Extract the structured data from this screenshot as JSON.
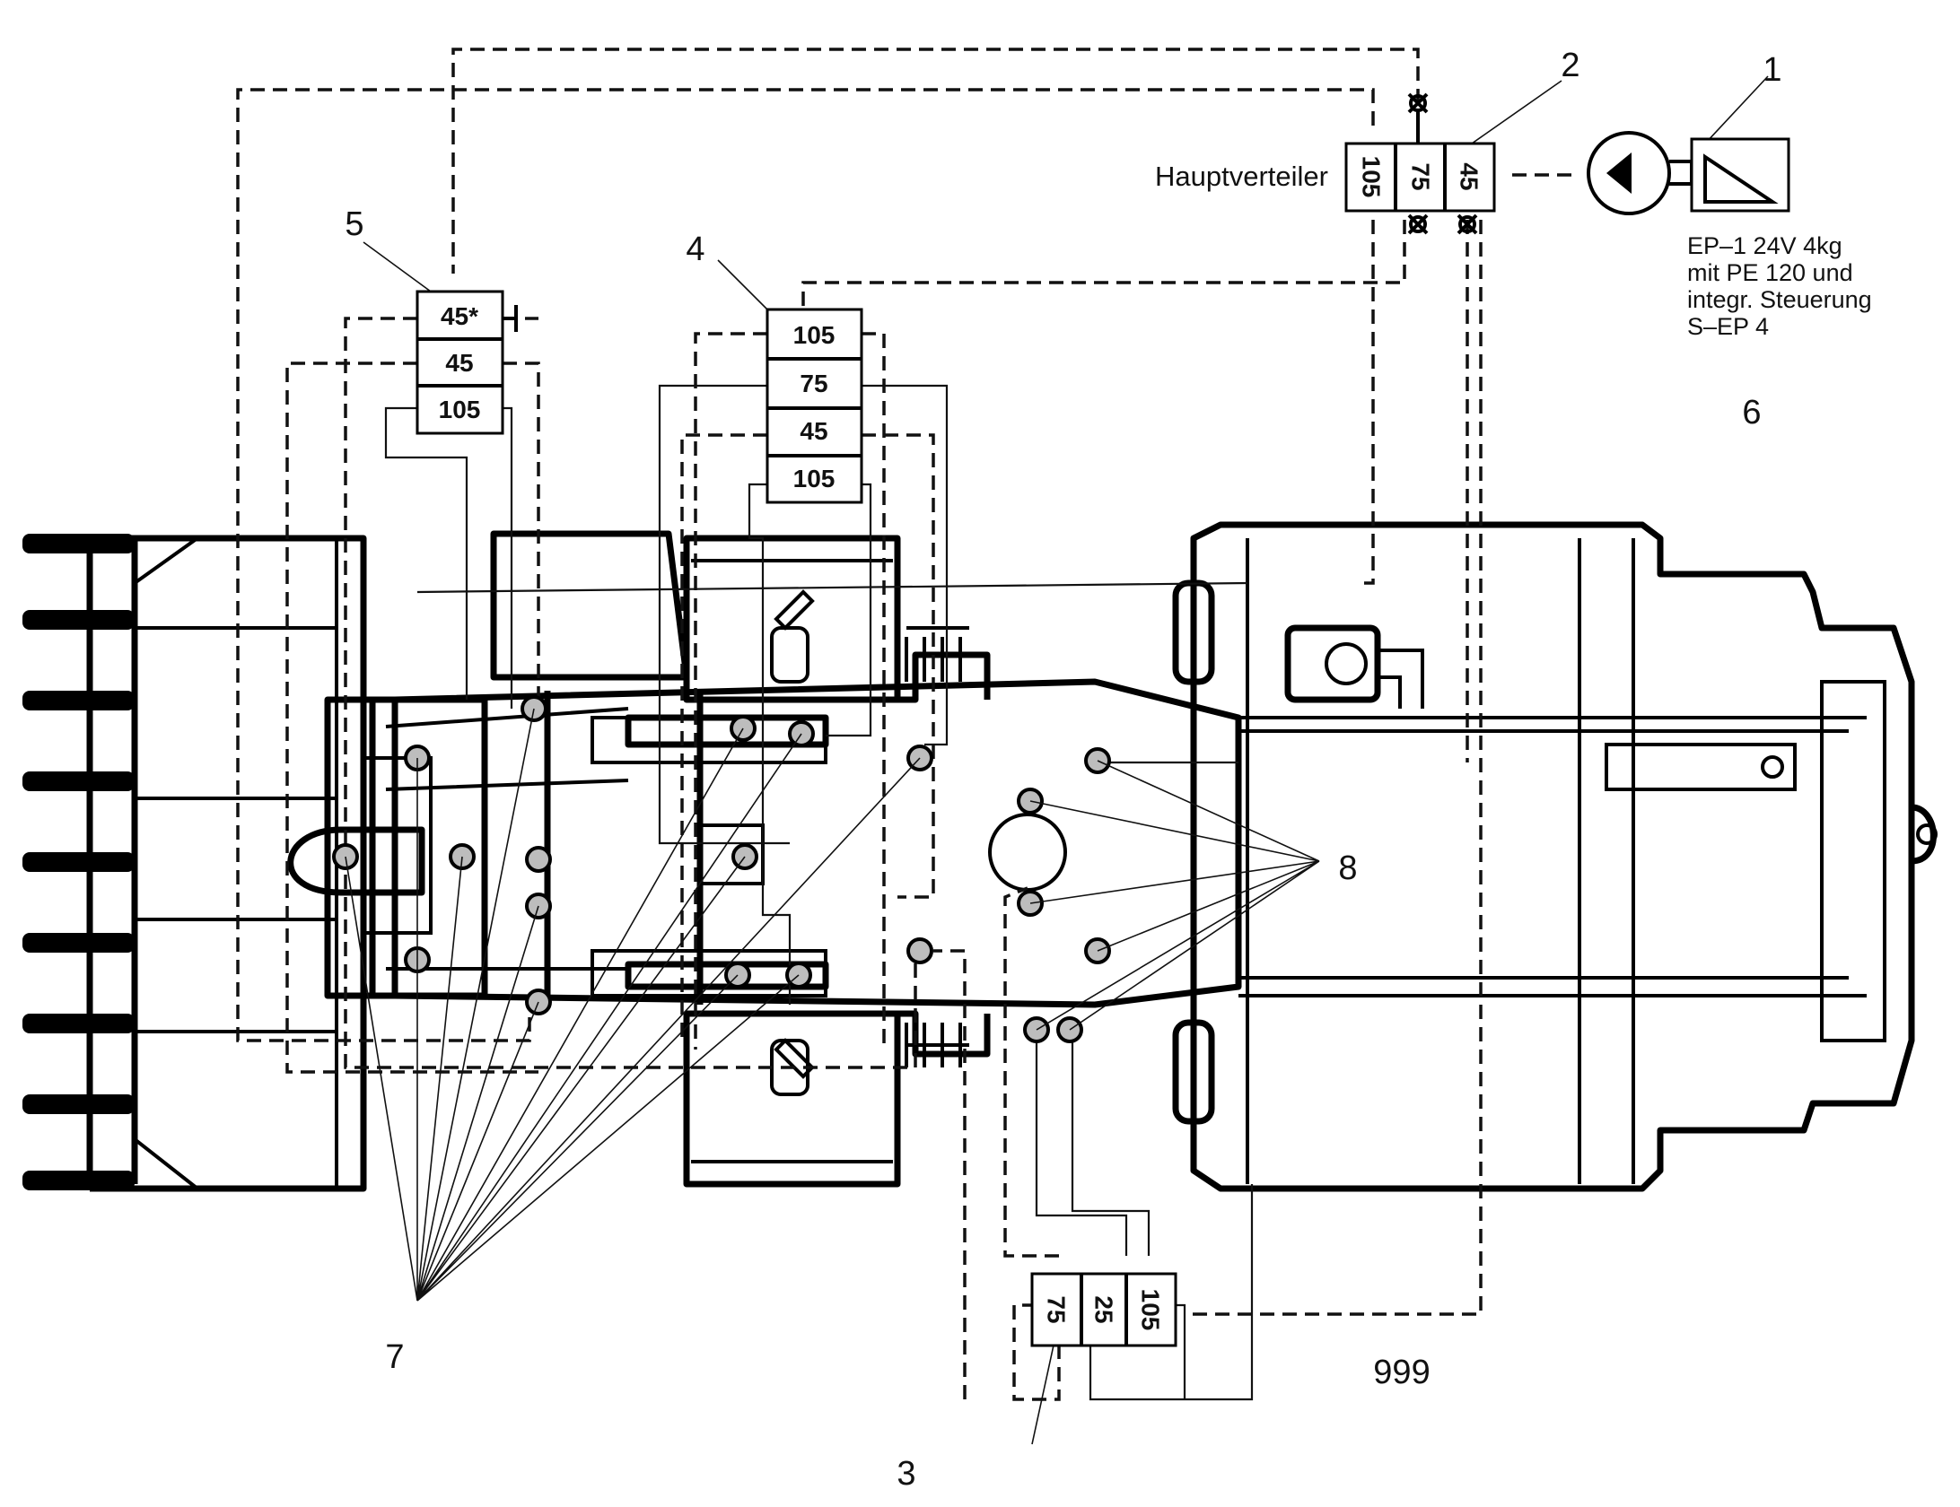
{
  "labels": {
    "n1": "1",
    "n2": "2",
    "n3": "3",
    "n4": "4",
    "n5": "5",
    "n6": "6",
    "n7": "7",
    "n8": "8",
    "code": "999"
  },
  "main_distributor": {
    "title": "Hauptverteiler",
    "cells": [
      "105",
      "75",
      "45"
    ]
  },
  "pump_info": {
    "line1": "EP–1 24V 4kg",
    "line2": "mit PE 120 und",
    "line3": "integr. Steuerung",
    "line4": "S–EP 4"
  },
  "distributor_5": {
    "cells": [
      "45*",
      "45",
      "105"
    ]
  },
  "distributor_4": {
    "cells": [
      "105",
      "75",
      "45",
      "105"
    ]
  },
  "distributor_3": {
    "cells": [
      "75",
      "25",
      "105"
    ]
  },
  "colors": {
    "line": "#000000",
    "lube_point": "#bdbdbd",
    "background": "#ffffff"
  }
}
